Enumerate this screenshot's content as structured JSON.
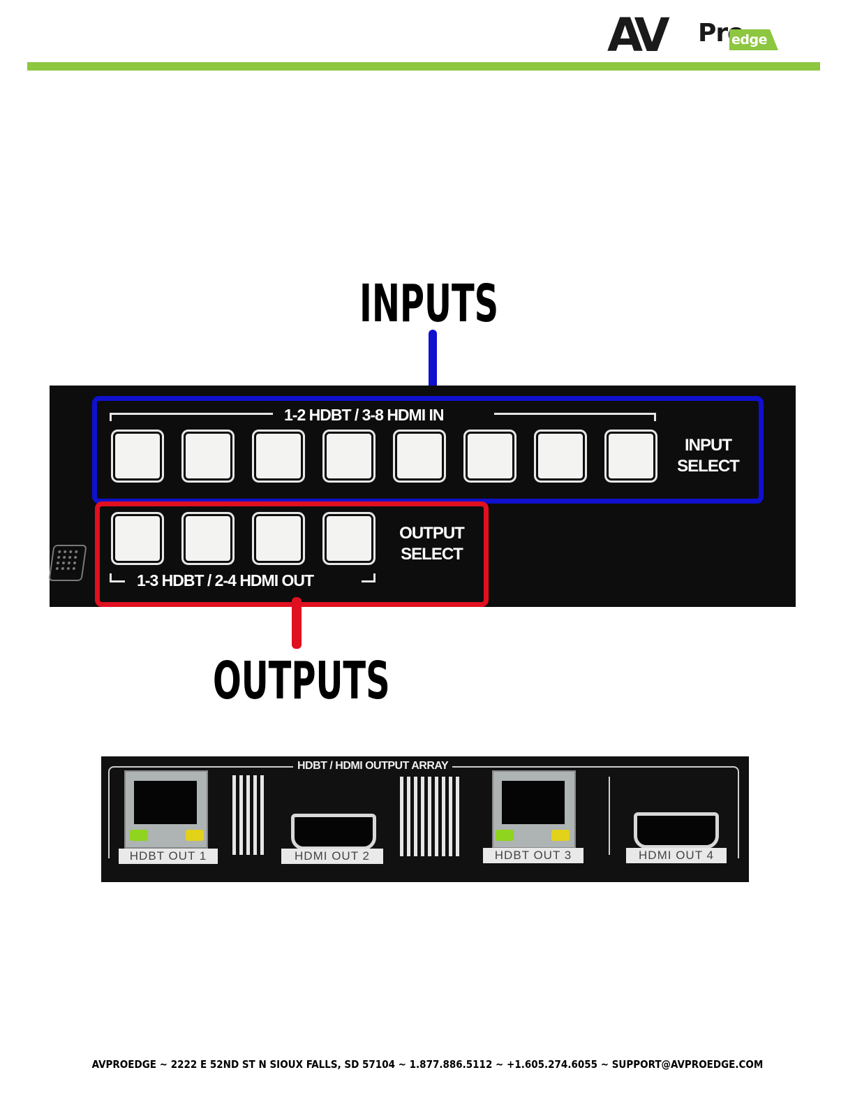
{
  "header": {
    "logo_av": "AV",
    "logo_pro": "Pro",
    "logo_edge": "edge",
    "accent_color": "#8dc63f"
  },
  "headings": {
    "inputs": "INPUTS",
    "outputs": "OUTPUTS"
  },
  "front_panel": {
    "input_group_label": "1-2 HDBT / 3-8 HDMI  IN",
    "input_select_line1": "INPUT",
    "input_select_line2": "SELECT",
    "input_button_count": 8,
    "output_group_label": "1-3 HDBT / 2-4 HDMI  OUT",
    "output_select_line1": "OUTPUT",
    "output_select_line2": "SELECT",
    "output_button_count": 4,
    "input_highlight_color": "#1010cf",
    "output_highlight_color": "#e01020"
  },
  "rear_panel": {
    "title": "HDBT / HDMI OUTPUT ARRAY",
    "ports": [
      {
        "label": "HDBT OUT 1",
        "type": "rj45"
      },
      {
        "label": "HDMI OUT 2",
        "type": "hdmi"
      },
      {
        "label": "HDBT OUT 3",
        "type": "rj45"
      },
      {
        "label": "HDMI OUT 4",
        "type": "hdmi"
      }
    ]
  },
  "footer": {
    "text": "AVPROEDGE  ~  2222 E 52ND ST N SIOUX FALLS, SD 57104  ~  1.877.886.5112  ~  +1.605.274.6055  ~  SUPPORT@AVPROEDGE.COM"
  }
}
